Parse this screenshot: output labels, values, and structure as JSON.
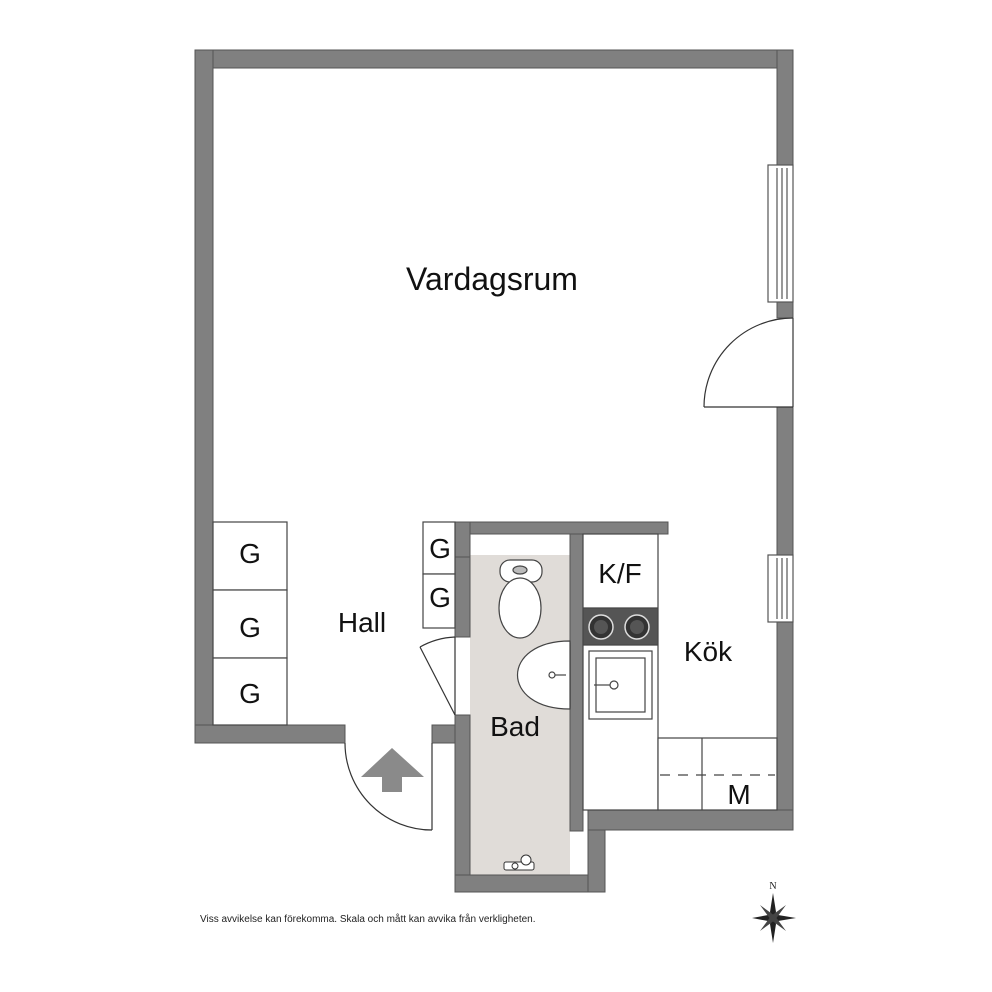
{
  "rooms": {
    "living": "Vardagsrum",
    "hall": "Hall",
    "bath": "Bad",
    "kitchen": "Kök"
  },
  "fixtures": {
    "wardrobe": "G",
    "fridge_freezer": "K/F",
    "microwave": "M"
  },
  "disclaimer": "Viss avvikelse kan förekomma. Skala och mått kan avvika från verkligheten.",
  "compass": {
    "north_label": "N"
  },
  "colors": {
    "wall": "#808080",
    "wall_outline": "#555555",
    "bath_floor": "#e0dcd8",
    "arrow": "#8a8a8a"
  }
}
